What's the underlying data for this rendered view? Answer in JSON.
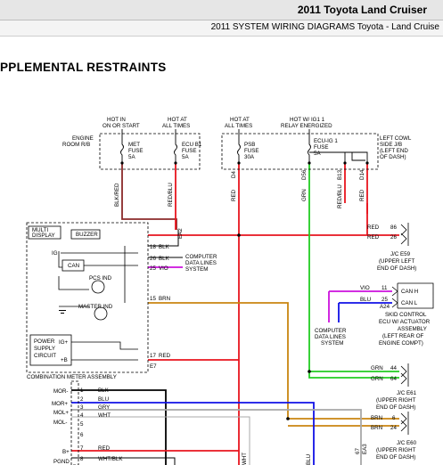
{
  "header": {
    "vehicle": "2011 Toyota Land Cruiser",
    "subtitle": "2011 SYSTEM WIRING DIAGRAMS Toyota - Land Cruise"
  },
  "section_title": "PPLEMENTAL RESTRAINTS",
  "top_labels": {
    "hot_in_on_start": [
      "HOT IN",
      "ON OR START"
    ],
    "hot_at_all_times_1": [
      "HOT AT",
      "ALL TIMES"
    ],
    "hot_at_all_times_2": [
      "HOT AT",
      "ALL TIMES"
    ],
    "hot_w_ig1": [
      "HOT W/ IG1 1",
      "RELAY ENERGIZED"
    ]
  },
  "blocks": {
    "engine_room_rb": [
      "ENGINE",
      "ROOM R/B"
    ],
    "left_cowl": [
      "LEFT COWL",
      "SIDE J/B",
      "(LEFT END",
      "OF DASH)"
    ]
  },
  "fuses": {
    "met": [
      "MET",
      "FUSE",
      "5A"
    ],
    "ecu_b1": [
      "ECU B1",
      "FUSE",
      "5A"
    ],
    "psb": [
      "PSB",
      "FUSE",
      "30A"
    ],
    "ecu_ig1": [
      "ECU-IG 1",
      "FUSE",
      "5A"
    ]
  },
  "vertical_wires": {
    "blk_red": "BLK/RED",
    "red_blu_1": "RED/BLU",
    "d4": "D4",
    "red": "RED",
    "d56": "D56",
    "grn": "GRN",
    "b13": "B13",
    "red_blu_2": "RED/BLU",
    "d14": "D14",
    "ea2": "EA2"
  },
  "meter": {
    "multi_display": [
      "MULTI",
      "DISPLAY"
    ],
    "buzzer": "BUZZER",
    "ig": "IG",
    "can": "CAN",
    "pcs_ind": "PCS IND",
    "master_ind": "MASTER IND",
    "power_supply": [
      "POWER",
      "SUPPLY",
      "CIRCUIT"
    ],
    "ig_plus": "IG+",
    "b_plus": "+B",
    "assembly": "COMBINATION METER ASSEMBLY",
    "e7": "E7"
  },
  "meter_pins": [
    {
      "pin": "18",
      "wire": "BLK"
    },
    {
      "pin": "26",
      "wire": "BLK"
    },
    {
      "pin": "25",
      "wire": "VIO"
    },
    {
      "pin": "15",
      "wire": "BRN"
    },
    {
      "pin": "17",
      "wire": "RED"
    }
  ],
  "computer_data_lines_1": [
    "COMPUTER",
    "DATA LINES",
    "SYSTEM"
  ],
  "computer_data_lines_2": [
    "COMPUTER",
    "DATA LINES",
    "SYSTEM"
  ],
  "jc_e59": {
    "pins": [
      {
        "wire": "RED",
        "pin": "86"
      },
      {
        "wire": "RED",
        "pin": "26"
      }
    ],
    "label": [
      "J/C E59",
      "(UPPER LEFT",
      "END OF DASH)"
    ]
  },
  "skid": {
    "wires": [
      {
        "wire": "VIO",
        "pin": "11"
      },
      {
        "wire": "BLU",
        "pin": "25"
      }
    ],
    "a24": "A24",
    "can_h": "CAN H",
    "can_l": "CAN L",
    "label": [
      "SKID CONTROL",
      "ECU W/ ACTUATOR",
      "ASSEMBLY",
      "(LEFT REAR OF",
      "ENGINE COMPT)"
    ]
  },
  "jc_e61": {
    "pins": [
      {
        "wire": "GRN",
        "pin": "44"
      },
      {
        "wire": "GRN",
        "pin": "64"
      }
    ],
    "label": [
      "J/C E61",
      "(UPPER RIGHT",
      "END OF DASH)"
    ]
  },
  "jc_e60": {
    "pins": [
      {
        "wire": "BRN",
        "pin": "6"
      },
      {
        "wire": "BRN",
        "pin": "24"
      }
    ],
    "label": [
      "J/C E60",
      "(UPPER RIGHT",
      "END OF DASH)"
    ],
    "ea3": "EA3",
    "e7b": "67"
  },
  "bottom_connector": {
    "side_labels": [
      "MOR-",
      "MOR+",
      "MOL+",
      "MOL-",
      "B+",
      "PGND"
    ],
    "rows": [
      {
        "pin": "1",
        "wire": "BLK"
      },
      {
        "pin": "2",
        "wire": "BLU"
      },
      {
        "pin": "3",
        "wire": "GRY"
      },
      {
        "pin": "4",
        "wire": "WHT"
      },
      {
        "pin": "5",
        "wire": ""
      },
      {
        "pin": "6",
        "wire": ""
      },
      {
        "pin": "7",
        "wire": "RED"
      },
      {
        "pin": "8",
        "wire": "WHT/BLK"
      }
    ]
  },
  "bottom_vertical": {
    "wht": "WHT",
    "blu": "BLU"
  },
  "colors": {
    "red": "#e8141e",
    "green": "#22cc22",
    "blue": "#1010e6",
    "violet": "#cc11dd",
    "brown": "#c98510",
    "dark_red": "#8b2a2a",
    "grey": "#a8a8a8"
  }
}
